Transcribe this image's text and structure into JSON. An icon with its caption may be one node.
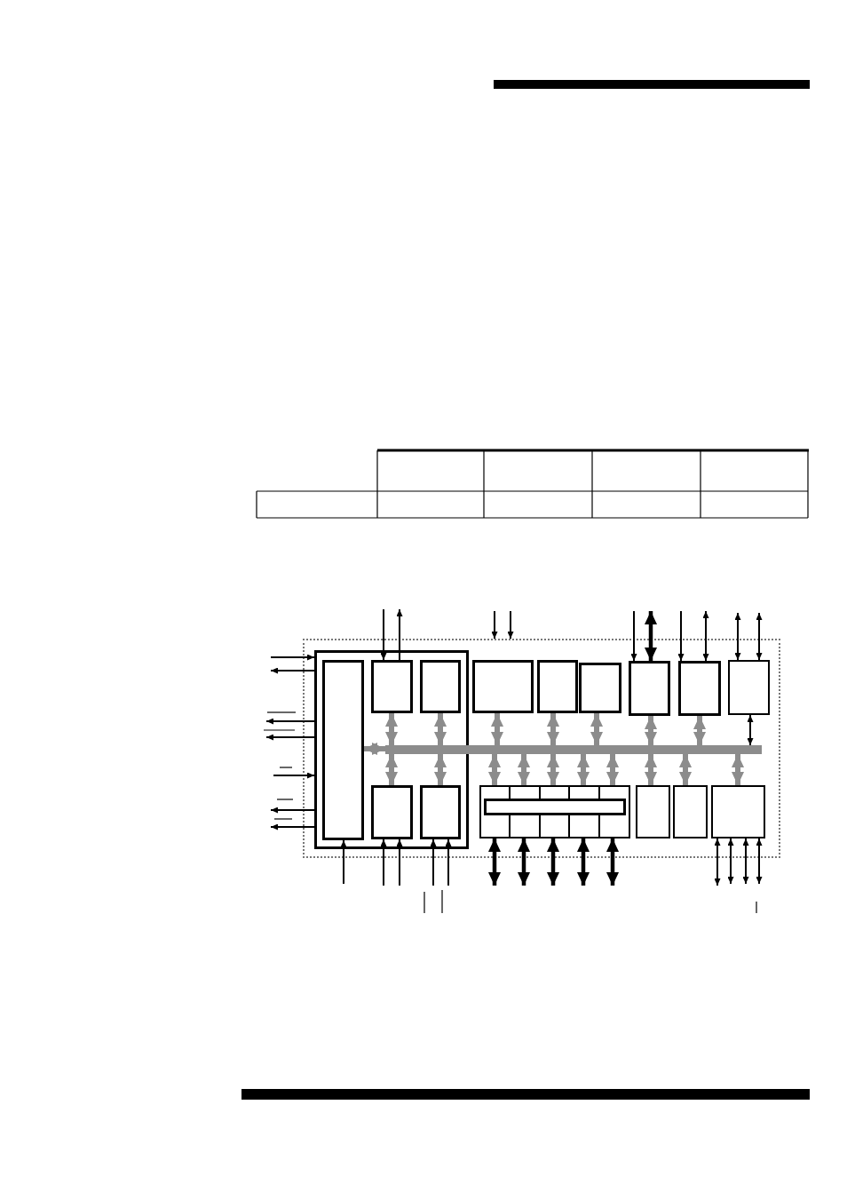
{
  "diagram": {
    "nodes": [
      {
        "text": [],
        "shape": "box"
      },
      {
        "text": [],
        "shape": "box",
        "in": 0
      },
      {
        "text": [],
        "shape": "box",
        "in": 1
      },
      {
        "text": [],
        "shape": "box",
        "in": 1
      },
      {
        "text": [],
        "shape": "box",
        "in": 1
      },
      {
        "text": [],
        "shape": "box",
        "in": 1
      },
      {
        "text": [],
        "shape": "box",
        "in": 1
      },
      {
        "text": [],
        "shape": "box",
        "in": 0
      },
      {
        "text": [],
        "shape": "box",
        "in": 0
      },
      {
        "text": [],
        "shape": "box",
        "in": 0
      },
      {
        "text": [],
        "shape": "box",
        "in": 0
      },
      {
        "text": [],
        "shape": "box",
        "in": 0
      },
      {
        "text": [],
        "shape": "box",
        "in": 0
      },
      {
        "text": [],
        "shape": "box",
        "in": 0
      },
      {
        "text": [],
        "shape": "box",
        "in": 13
      },
      {
        "text": [],
        "shape": "box",
        "in": 0
      },
      {
        "text": [],
        "shape": "box",
        "in": 0
      },
      {
        "text": [],
        "shape": "box",
        "in": 0
      },
      {
        "text": [],
        "shape": "bar",
        "in": 0
      }
    ],
    "edges": [
      {
        "from": 18,
        "to": 3,
        "arrow": "both",
        "style": "thick",
        "color": "#8c8c8c"
      },
      {
        "from": 18,
        "to": 4,
        "arrow": "both",
        "style": "thick",
        "color": "#8c8c8c"
      },
      {
        "from": 18,
        "to": 7,
        "arrow": "both",
        "style": "thick",
        "color": "#8c8c8c"
      },
      {
        "from": 18,
        "to": 8,
        "arrow": "both",
        "style": "thick",
        "color": "#8c8c8c"
      },
      {
        "from": 18,
        "to": 9,
        "arrow": "both",
        "style": "thick",
        "color": "#8c8c8c"
      },
      {
        "from": 18,
        "to": 10,
        "arrow": "both",
        "style": "thick",
        "color": "#8c8c8c"
      },
      {
        "from": 18,
        "to": 11,
        "arrow": "both",
        "style": "thick",
        "color": "#8c8c8c"
      },
      {
        "from": 18,
        "to": 5,
        "arrow": "both",
        "style": "thick",
        "color": "#8c8c8c"
      },
      {
        "from": 18,
        "to": 6,
        "arrow": "both",
        "style": "thick",
        "color": "#8c8c8c"
      },
      {
        "from": 18,
        "to": 13,
        "arrow": "both",
        "style": "thick",
        "color": "#8c8c8c"
      },
      {
        "from": 18,
        "to": 13,
        "arrow": "both",
        "style": "thick",
        "color": "#8c8c8c"
      },
      {
        "from": 18,
        "to": 13,
        "arrow": "both",
        "style": "thick",
        "color": "#8c8c8c"
      },
      {
        "from": 18,
        "to": 13,
        "arrow": "both",
        "style": "thick",
        "color": "#8c8c8c"
      },
      {
        "from": 18,
        "to": 13,
        "arrow": "both",
        "style": "thick",
        "color": "#8c8c8c"
      },
      {
        "from": 18,
        "to": 15,
        "arrow": "both",
        "style": "thick",
        "color": "#8c8c8c"
      },
      {
        "from": 18,
        "to": 16,
        "arrow": "both",
        "style": "thick",
        "color": "#8c8c8c"
      },
      {
        "from": 18,
        "to": 17,
        "arrow": "both",
        "style": "thick",
        "color": "#8c8c8c"
      },
      {
        "from": 2,
        "to": 18,
        "arrow": "both",
        "style": "thick",
        "color": "#8c8c8c"
      },
      {
        "from": 18,
        "to": 12,
        "arrow": "both"
      },
      {
        "from": null,
        "to": 1,
        "arrow": "to"
      },
      {
        "from": 1,
        "to": null,
        "arrow": "to"
      },
      {
        "from": 1,
        "to": null,
        "arrow": "to"
      },
      {
        "from": 1,
        "to": null,
        "arrow": "to"
      },
      {
        "from": null,
        "to": 1,
        "arrow": "to"
      },
      {
        "from": 1,
        "to": null,
        "arrow": "to"
      },
      {
        "from": 1,
        "to": null,
        "arrow": "to"
      },
      {
        "from": null,
        "to": 3,
        "arrow": "to"
      },
      {
        "from": 3,
        "to": null,
        "arrow": "to"
      },
      {
        "from": null,
        "to": 0,
        "arrow": "to"
      },
      {
        "from": null,
        "to": 0,
        "arrow": "to"
      },
      {
        "from": null,
        "to": 10,
        "arrow": "to"
      },
      {
        "from": 10,
        "to": null,
        "arrow": "both",
        "style": "thick"
      },
      {
        "from": null,
        "to": 11,
        "arrow": "to"
      },
      {
        "from": 11,
        "to": null,
        "arrow": "both"
      },
      {
        "from": 12,
        "to": null,
        "arrow": "both"
      },
      {
        "from": 12,
        "to": null,
        "arrow": "both"
      },
      {
        "from": null,
        "to": 2,
        "arrow": "to"
      },
      {
        "from": null,
        "to": 5,
        "arrow": "to"
      },
      {
        "from": null,
        "to": 5,
        "arrow": "to"
      },
      {
        "from": null,
        "to": 6,
        "arrow": "to"
      },
      {
        "from": null,
        "to": 6,
        "arrow": "to"
      },
      {
        "from": 13,
        "to": null,
        "arrow": "both",
        "style": "thick"
      },
      {
        "from": 13,
        "to": null,
        "arrow": "both",
        "style": "thick"
      },
      {
        "from": 13,
        "to": null,
        "arrow": "both",
        "style": "thick"
      },
      {
        "from": 13,
        "to": null,
        "arrow": "both",
        "style": "thick"
      },
      {
        "from": 13,
        "to": null,
        "arrow": "both",
        "style": "thick"
      },
      {
        "from": 17,
        "to": null,
        "arrow": "both"
      },
      {
        "from": 17,
        "to": null,
        "arrow": "both"
      },
      {
        "from": 17,
        "to": null,
        "arrow": "both"
      },
      {
        "from": 17,
        "to": null,
        "arrow": "both"
      }
    ]
  }
}
